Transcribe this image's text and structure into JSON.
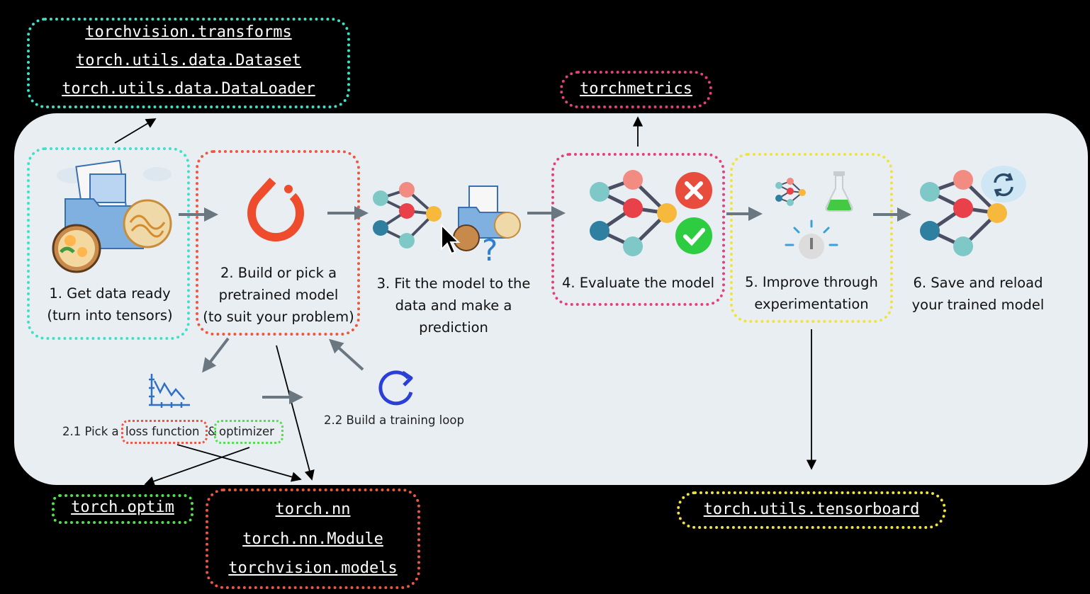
{
  "top_left_modules": [
    "torchvision.transforms",
    "torch.utils.data.Dataset",
    "torch.utils.data.DataLoader"
  ],
  "torchmetrics": "torchmetrics",
  "steps": {
    "s1": [
      "1. Get data ready",
      "(turn into tensors)"
    ],
    "s2": [
      "2. Build or pick a",
      "pretrained model",
      "(to suit your problem)"
    ],
    "s3": [
      "3. Fit the model to the",
      "data and make a",
      "prediction"
    ],
    "s4": [
      "4. Evaluate the model"
    ],
    "s5": [
      "5. Improve through",
      "experimentation"
    ],
    "s6": [
      "6. Save and reload",
      "your trained model"
    ]
  },
  "sub_steps": {
    "pick_prefix": "2.1 Pick a",
    "loss": "loss function",
    "amp": "&",
    "optimizer": "optimizer",
    "training_loop": "2.2 Build a training loop"
  },
  "bottom_modules": {
    "optim": "torch.optim",
    "nn": [
      "torch.nn",
      "torch.nn.Module",
      "torchvision.models"
    ],
    "tensorboard": "torch.utils.tensorboard"
  },
  "colors": {
    "teal": "#3fe0c8",
    "red": "#f0553f",
    "pink": "#e5407e",
    "yellow": "#f0e33c",
    "green": "#4fe04a",
    "panel": "#e9eef2",
    "pytorch": "#ee4c2c",
    "node_teal": "#7ec8c8",
    "node_dark": "#2f7fa0",
    "node_red": "#e8414a",
    "node_orange": "#f6b93b",
    "node_pink": "#f28b82"
  },
  "icons": [
    "data-folder-icon",
    "food-bowl-icon",
    "pytorch-logo-icon",
    "neural-network-icon",
    "cross-icon",
    "check-icon",
    "flask-icon",
    "lightbulb-icon",
    "refresh-icon",
    "loss-chart-icon",
    "loop-arrow-icon",
    "question-mark-icon",
    "mouse-cursor-icon"
  ]
}
